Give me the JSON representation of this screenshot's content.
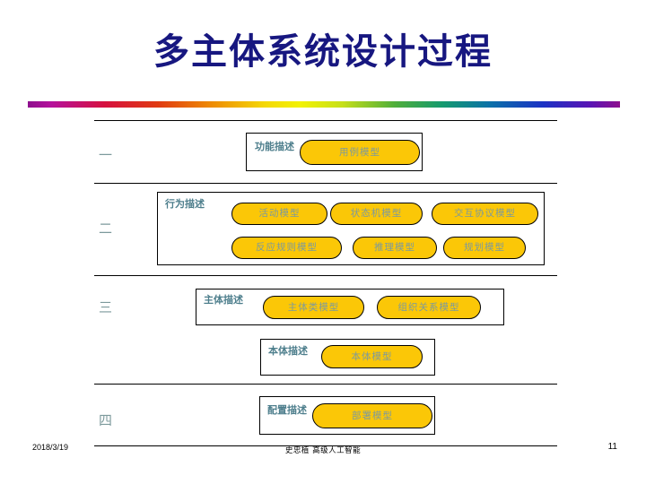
{
  "slide": {
    "title": "多主体系统设计过程",
    "title_color": "#171780",
    "accent_pill_color": "#fbc707",
    "label_color": "#4d7e8c",
    "pill_text_color": "#7d9a9c"
  },
  "divider": {
    "name": "rainbow-gradient-bar",
    "stops": [
      "#8e0f8e",
      "#d6113f",
      "#e03a12",
      "#ee8b05",
      "#f2f205",
      "#4fae3b",
      "#159a6e",
      "#0b71a8",
      "#1b32c4",
      "#8e0f8e"
    ]
  },
  "numerals": [
    {
      "label": "一"
    },
    {
      "label": "二"
    },
    {
      "label": "三"
    },
    {
      "label": "四"
    }
  ],
  "sections": [
    {
      "id": "functional",
      "heading": "功能描述",
      "models": [
        {
          "label": "用例模型"
        }
      ]
    },
    {
      "id": "behavior",
      "heading": "行为描述",
      "models": [
        {
          "label": "活动模型"
        },
        {
          "label": "状态机模型"
        },
        {
          "label": "交互协议模型"
        },
        {
          "label": "反应规则模型"
        },
        {
          "label": "推理模型"
        },
        {
          "label": "规划模型"
        }
      ]
    },
    {
      "id": "agent",
      "heading": "主体描述",
      "models": [
        {
          "label": "主体类模型"
        },
        {
          "label": "组织关系模型"
        }
      ]
    },
    {
      "id": "ontology",
      "heading": "本体描述",
      "models": [
        {
          "label": "本体模型"
        }
      ]
    },
    {
      "id": "deployment",
      "heading": "配置描述",
      "models": [
        {
          "label": "部署模型"
        }
      ]
    }
  ],
  "footer": {
    "date": "2018/3/19",
    "center": "史忠植  高级人工智能",
    "page": "11"
  }
}
